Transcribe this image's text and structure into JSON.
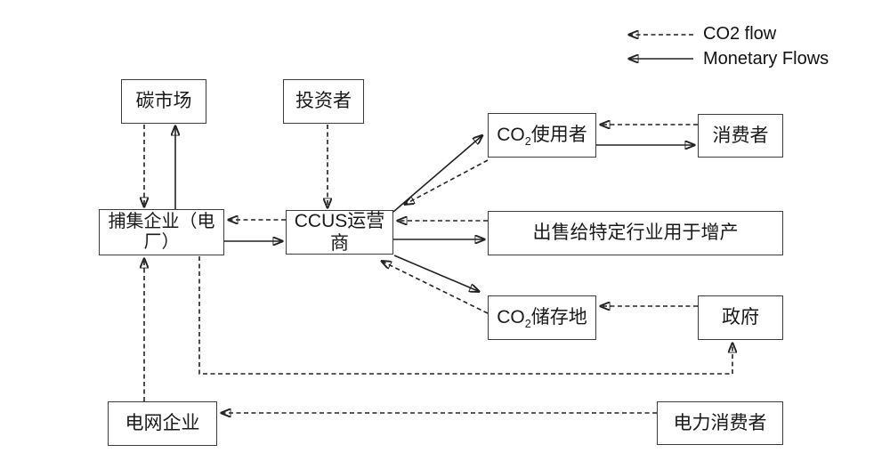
{
  "legend": {
    "items": [
      {
        "label": "CO2 flow",
        "line_style": "dashed"
      },
      {
        "label": "Monetary Flows",
        "line_style": "solid"
      }
    ]
  },
  "nodes": {
    "carbon_market": {
      "label": "碳市场"
    },
    "investor": {
      "label": "投资者"
    },
    "co2_user": {
      "prefix": "CO",
      "sub": "2",
      "suffix": "使用者"
    },
    "consumer": {
      "label": "消费者"
    },
    "capture_enterprise": {
      "label": "捕集企业（电厂）"
    },
    "ccus_operator": {
      "label": "CCUS运营商"
    },
    "sell_to_industry": {
      "label": "出售给特定行业用于增产"
    },
    "co2_storage": {
      "prefix": "CO",
      "sub": "2",
      "suffix": "储存地"
    },
    "government": {
      "label": "政府"
    },
    "grid_enterprise": {
      "label": "电网企业"
    },
    "power_consumer": {
      "label": "电力消费者"
    }
  },
  "colors": {
    "background": "#ffffff",
    "line": "#222222",
    "box_border": "#3c3c3c",
    "text": "#1a1a1a"
  }
}
